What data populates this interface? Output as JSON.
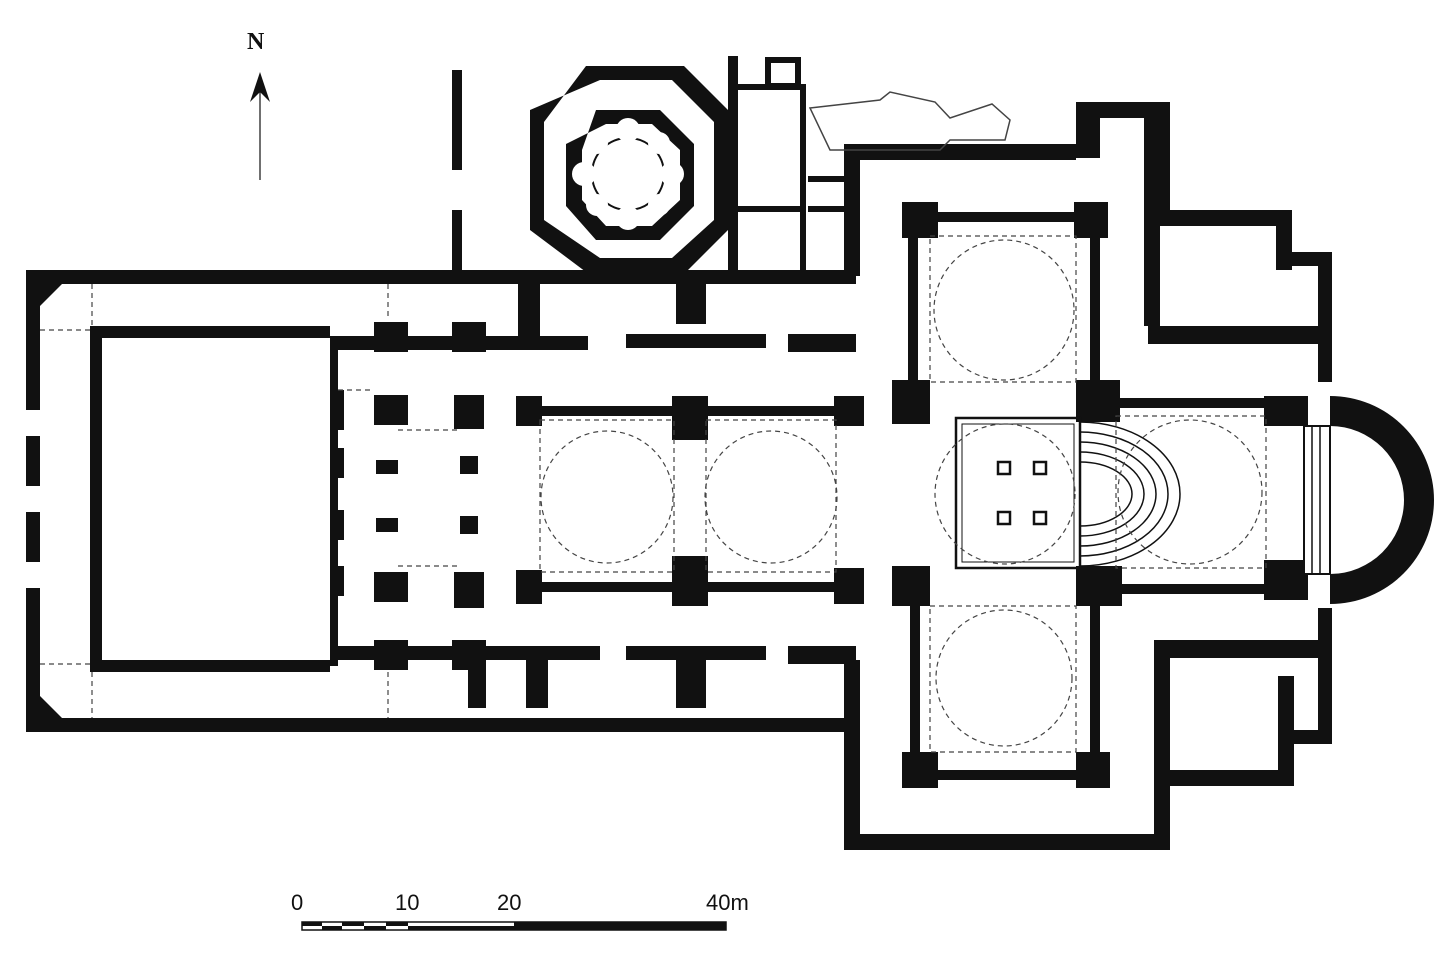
{
  "north": {
    "label": "N"
  },
  "scale": {
    "tick_0": "0",
    "tick_10": "10",
    "tick_20": "20",
    "tick_40": "40",
    "unit": "m"
  },
  "colors": {
    "wall": "#111111",
    "background": "#ffffff",
    "dash": "#444444"
  }
}
